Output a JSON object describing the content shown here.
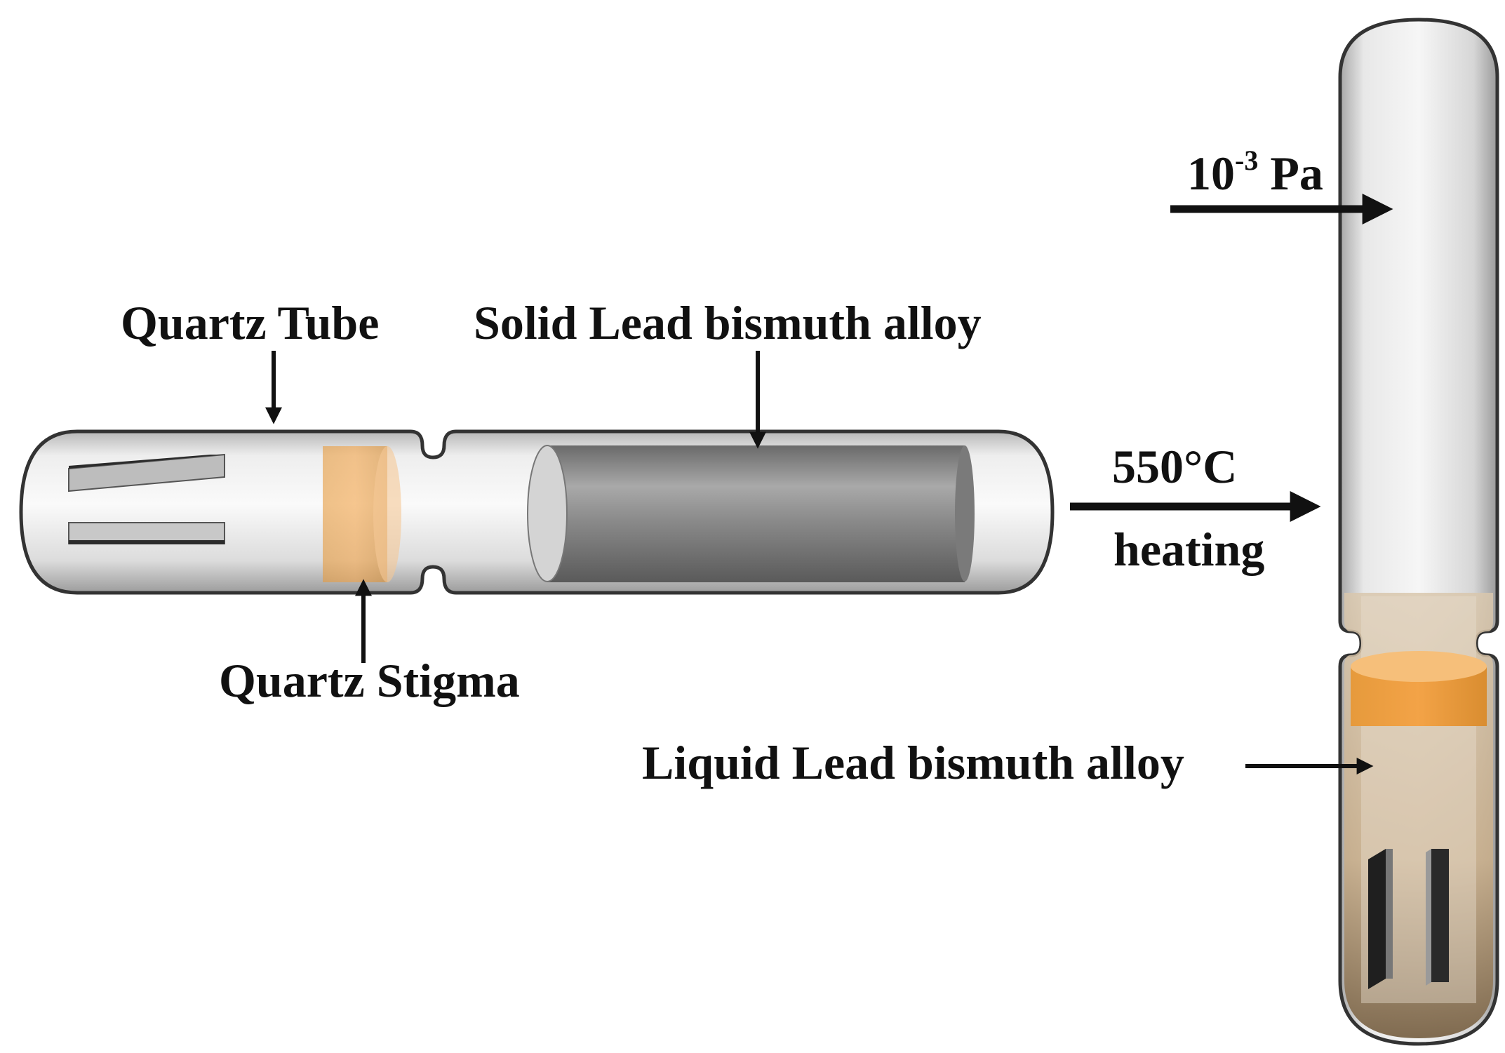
{
  "labels": {
    "quartz_tube": "Quartz Tube",
    "solid_alloy": "Solid Lead bismuth alloy",
    "quartz_stigma": "Quartz Stigma",
    "temperature": "550°C",
    "heating": "heating",
    "pressure_base": "10",
    "pressure_exp": "-3",
    "pressure_unit": " Pa",
    "liquid_alloy": "Liquid Lead bismuth alloy"
  },
  "colors": {
    "tube_glass": "#e4e4e4",
    "tube_outline": "#333333",
    "alloy_solid": "#8c8c8c",
    "stigma_band": "#f0b070",
    "liquid_tint": "#c9b08e",
    "arrow": "#111111"
  }
}
